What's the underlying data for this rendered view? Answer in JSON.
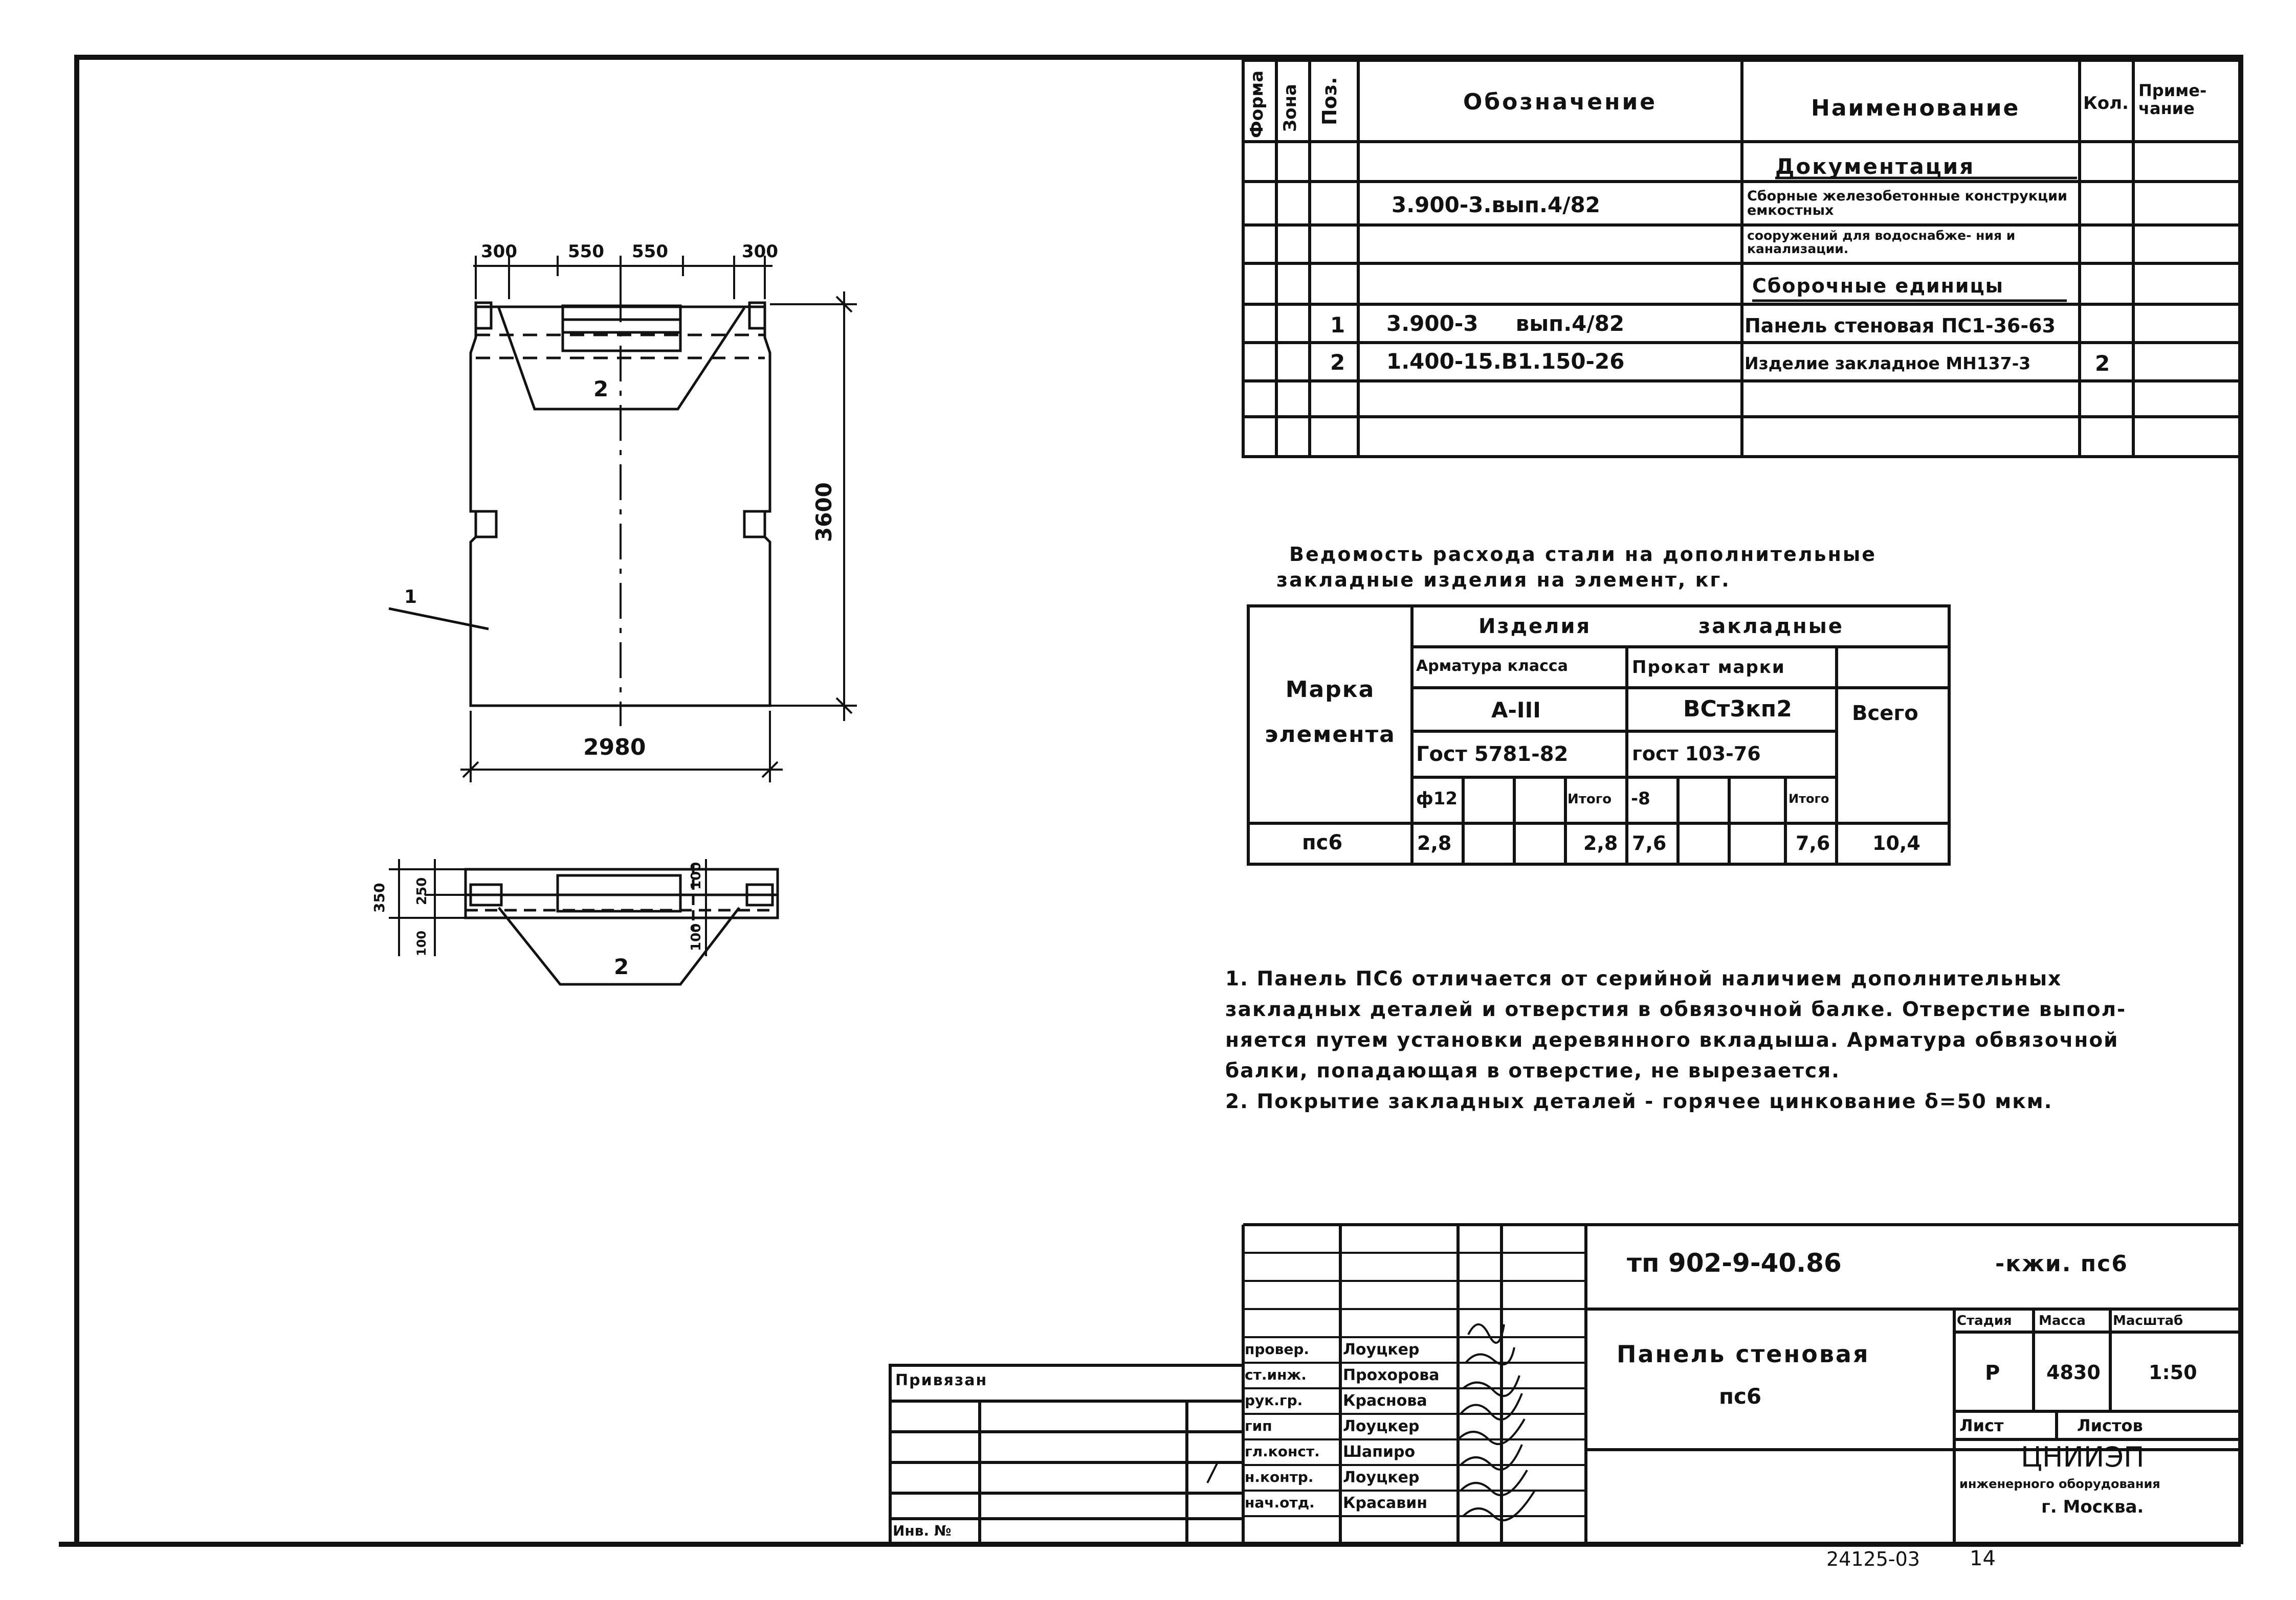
{
  "spec": {
    "headers": {
      "forma": "Форма",
      "zona": "Зона",
      "poz": "Поз.",
      "oboznachenie": "Обозначение",
      "naimenovanie": "Наименование",
      "kol": "Кол.",
      "primechanie": "Приме- чание"
    },
    "rows": [
      {
        "poz": "",
        "oboz": "",
        "name": "Документация",
        "kol": ""
      },
      {
        "poz": "",
        "oboz": "3.900-3.вып.4/82",
        "name": "Сборные железобетонные конструкции емкостных",
        "kol": ""
      },
      {
        "poz": "",
        "oboz": "",
        "name": "сооружений для водоснабже- ния и канализации.",
        "kol": ""
      },
      {
        "poz": "",
        "oboz": "",
        "name": "Сборочные единицы",
        "kol": ""
      },
      {
        "poz": "1",
        "oboz": "3.900-3     вып.4/82",
        "name": "Панель стеновая ПС1-36-63",
        "kol": ""
      },
      {
        "poz": "2",
        "oboz": "1.400-15.В1.150-26",
        "name": "Изделие закладное МН137-3",
        "kol": "2"
      }
    ]
  },
  "drawing": {
    "dims_top": [
      "300",
      "550",
      "550",
      "300"
    ],
    "height_dim": "3600",
    "width_dim": "2980",
    "callout_1": "1",
    "callout_2": "2",
    "section_dims": [
      "350",
      "250",
      "100",
      "100",
      "100"
    ]
  },
  "steel": {
    "title_line1": "Ведомость расхода стали на дополнительные",
    "title_line2": "закладные изделия на элемент, кг.",
    "mark_header": "Марка элемента",
    "group_header": [
      "Изделия",
      "закладные"
    ],
    "armatura": "Арматура класса",
    "armatura_class": "А-III",
    "armatura_gost": "Гост 5781-82",
    "prokat": "Прокат марки",
    "prokat_mark": "ВСт3кп2",
    "prokat_gost": "гост 103-76",
    "vsego": "Всего",
    "sub_d12": "ф12",
    "sub_itogo1": "Итого",
    "sub_d8": "-8",
    "sub_itogo2": "Итого",
    "row": {
      "mark": "пс6",
      "d12": "2,8",
      "itogo1": "2,8",
      "d8": "7,6",
      "itogo2": "7,6",
      "total": "10,4"
    }
  },
  "notes": [
    "1. Панель ПС6 отличается от серийной наличием дополнительных",
    "закладных деталей и отверстия в обвязочной балке. Отверстие выпол-",
    "няется путем установки деревянного вкладыша. Арматура обвязочной",
    "балки, попадающая в отверстие, не вырезается.",
    "2. Покрытие закладных деталей - горячее цинкование δ=50 мкм."
  ],
  "stamp": {
    "code": "тп 902-9-40.86",
    "suffix": "-кжи. пс6",
    "title_line1": "Панель стеновая",
    "title_line2": "пс6",
    "stadia_label": "Стадия",
    "massa_label": "Масса",
    "masshtab_label": "Масштаб",
    "stadia": "Р",
    "massa": "4830",
    "masshtab": "1:50",
    "list_label": "Лист",
    "listov_label": "Листов",
    "org_name": "ЦНИИЭП",
    "org_sub": "инженерного оборудования",
    "org_city": "г. Москва.",
    "roles": [
      "провер.",
      "ст.инж.",
      "рук.гр.",
      "гип",
      "гл.конст.",
      "н.контр.",
      "нач.отд."
    ],
    "names": [
      "Лоуцкер",
      "Прохорова",
      "Краснова",
      "Лоуцкер",
      "Шапиро",
      "Лоуцкер",
      "Красавин"
    ],
    "privyazan": "Привязан",
    "inv": "Инв. №"
  },
  "footer": {
    "archive": "24125-03",
    "sheet": "14"
  }
}
